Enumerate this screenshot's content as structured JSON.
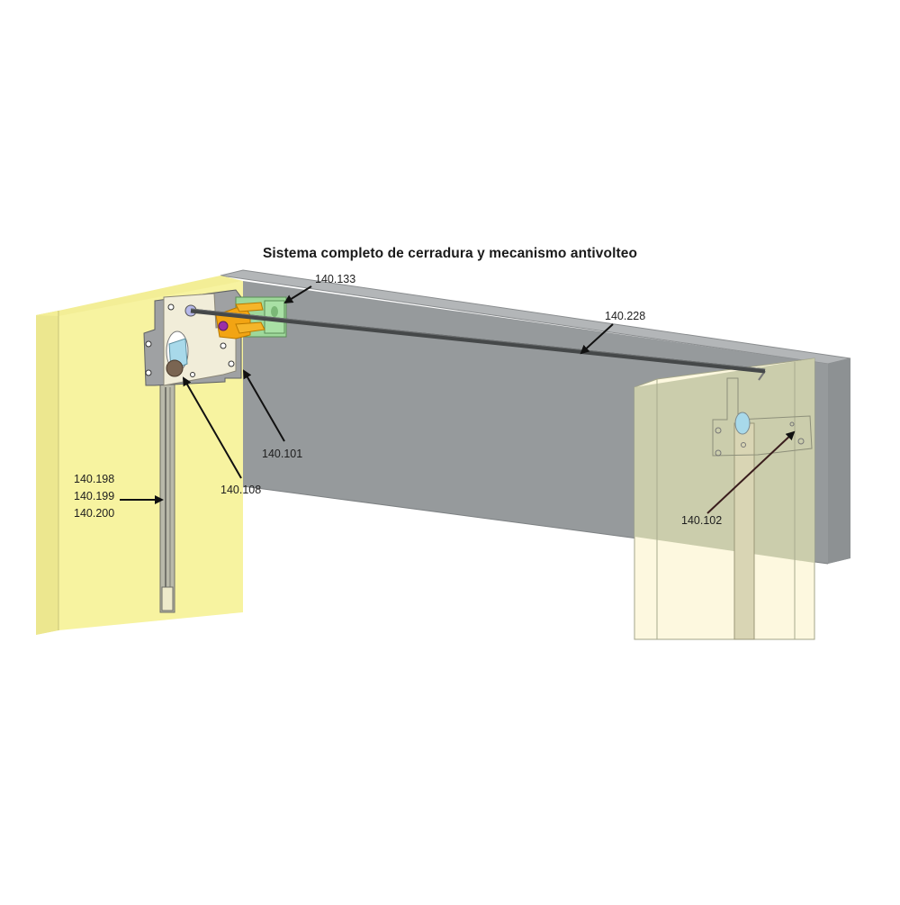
{
  "title": "Sistema completo de cerradura y mecanismo antivolteo",
  "colors": {
    "background": "#ffffff",
    "left_panel": "#f7f3a0",
    "left_panel_edge": "#eeea8c",
    "frame_grey": "#95999b",
    "frame_top": "#b3b6b8",
    "frame_dark": "#777b7e",
    "right_panel": "#c9cbaa",
    "right_panel_light": "#fdf8df",
    "lock_plate": "#f1edd9",
    "mount_plate": "#9fa1a3",
    "bracket_green": "#9ed89a",
    "latch_orange": "#f2a413",
    "roller_blue": "#a8d9ea",
    "rod_dark": "#454849",
    "label_text": "#1e1e1e"
  },
  "labels": {
    "p133": "140.133",
    "p228": "140.228",
    "p101": "140.101",
    "p108": "140.108",
    "p198": "140.198",
    "p199": "140.199",
    "p200": "140.200",
    "p102": "140.102"
  },
  "components": [
    {
      "name": "left-door-panel",
      "color": "yellow"
    },
    {
      "name": "top-frame-profile",
      "color": "grey"
    },
    {
      "name": "right-door-panel",
      "color": "translucent-olive"
    },
    {
      "name": "lock-plate-left"
    },
    {
      "name": "anti-tip-bracket",
      "part": "140.133"
    },
    {
      "name": "connecting-rod",
      "part": "140.228"
    },
    {
      "name": "lock-plate-right",
      "part": "140.102"
    },
    {
      "name": "vertical-rod-channel",
      "parts": [
        "140.198",
        "140.199",
        "140.200"
      ]
    }
  ]
}
